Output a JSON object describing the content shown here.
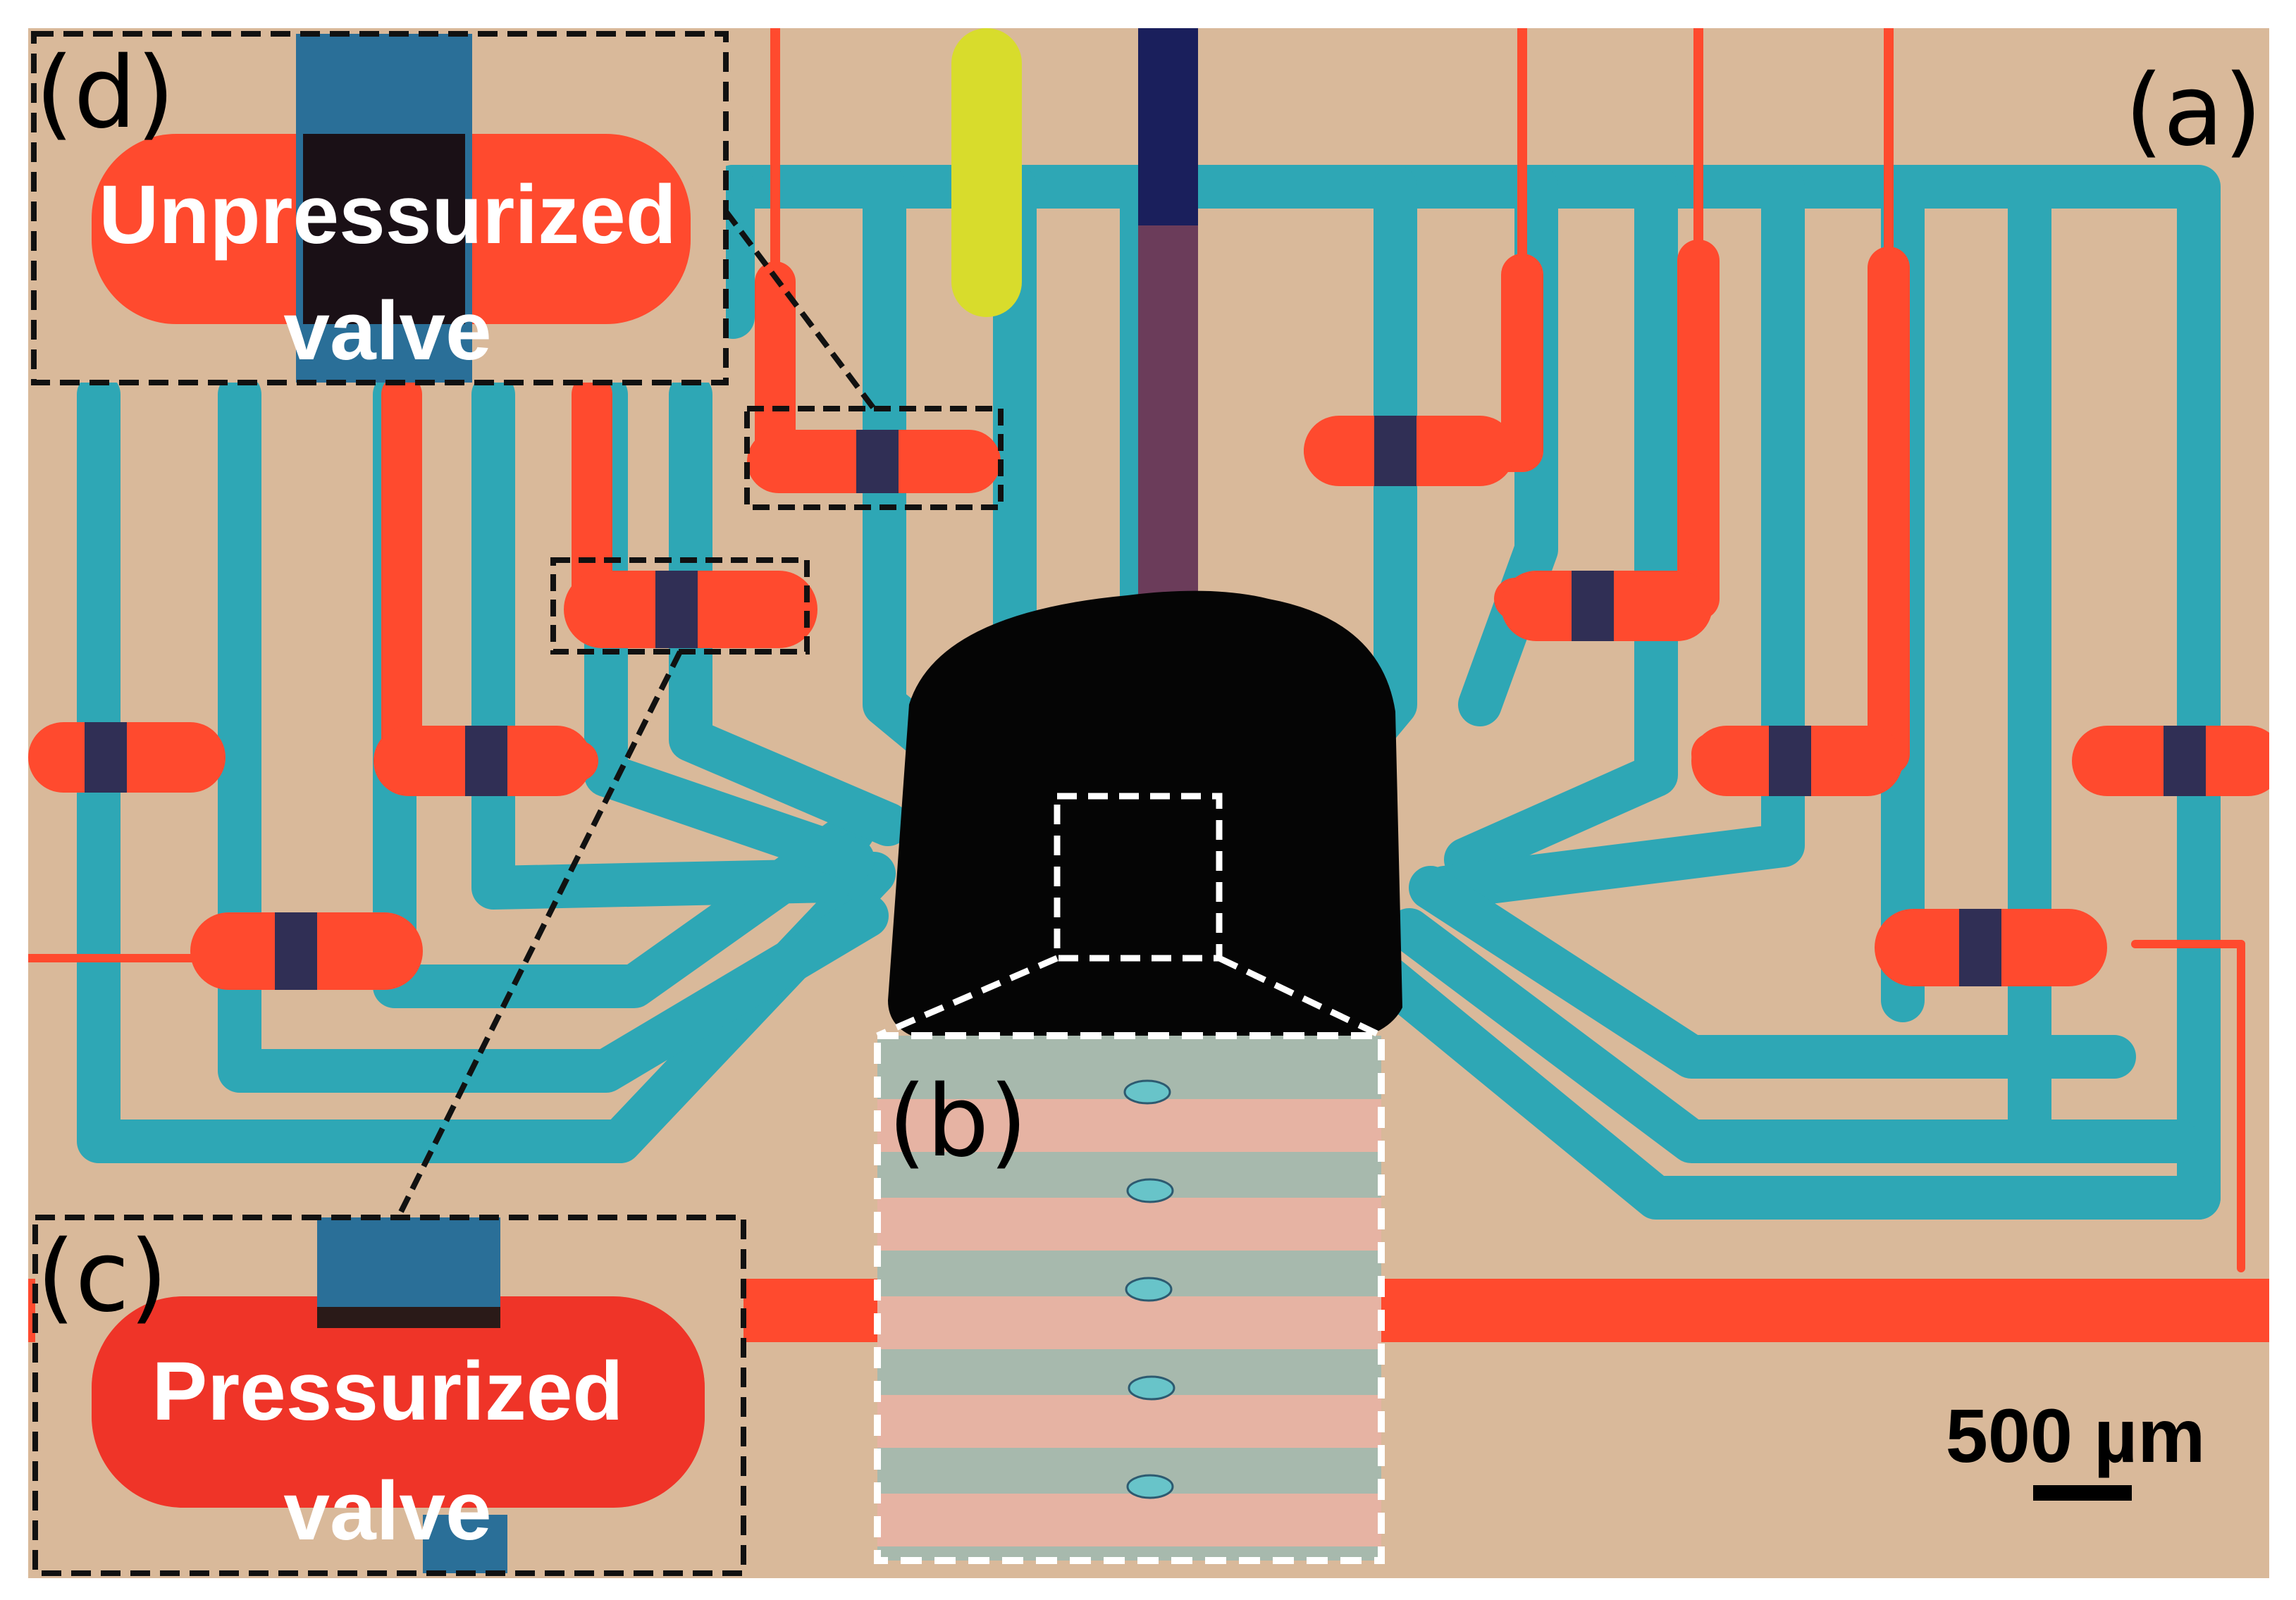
{
  "figure": {
    "panel_a_label": "(a)",
    "panel_b_label": "(b)",
    "panel_c_label": "(c)",
    "panel_d_label": "(d)",
    "inset_d_line1": "Unpressurized",
    "inset_d_line2": "valve",
    "inset_c_line1": "Pressurized",
    "inset_c_line2": "valve",
    "scale_bar_label": "500 µm"
  },
  "colors": {
    "background": "#d9b99a",
    "control_channel": "#ff4a2e",
    "flow_channel": "#2ea7b5",
    "valve_overlap": "#0c2a5c",
    "purple_channel": "#6b3c5a",
    "yellow_channel": "#d8dc2c",
    "chamber": "#050505"
  }
}
